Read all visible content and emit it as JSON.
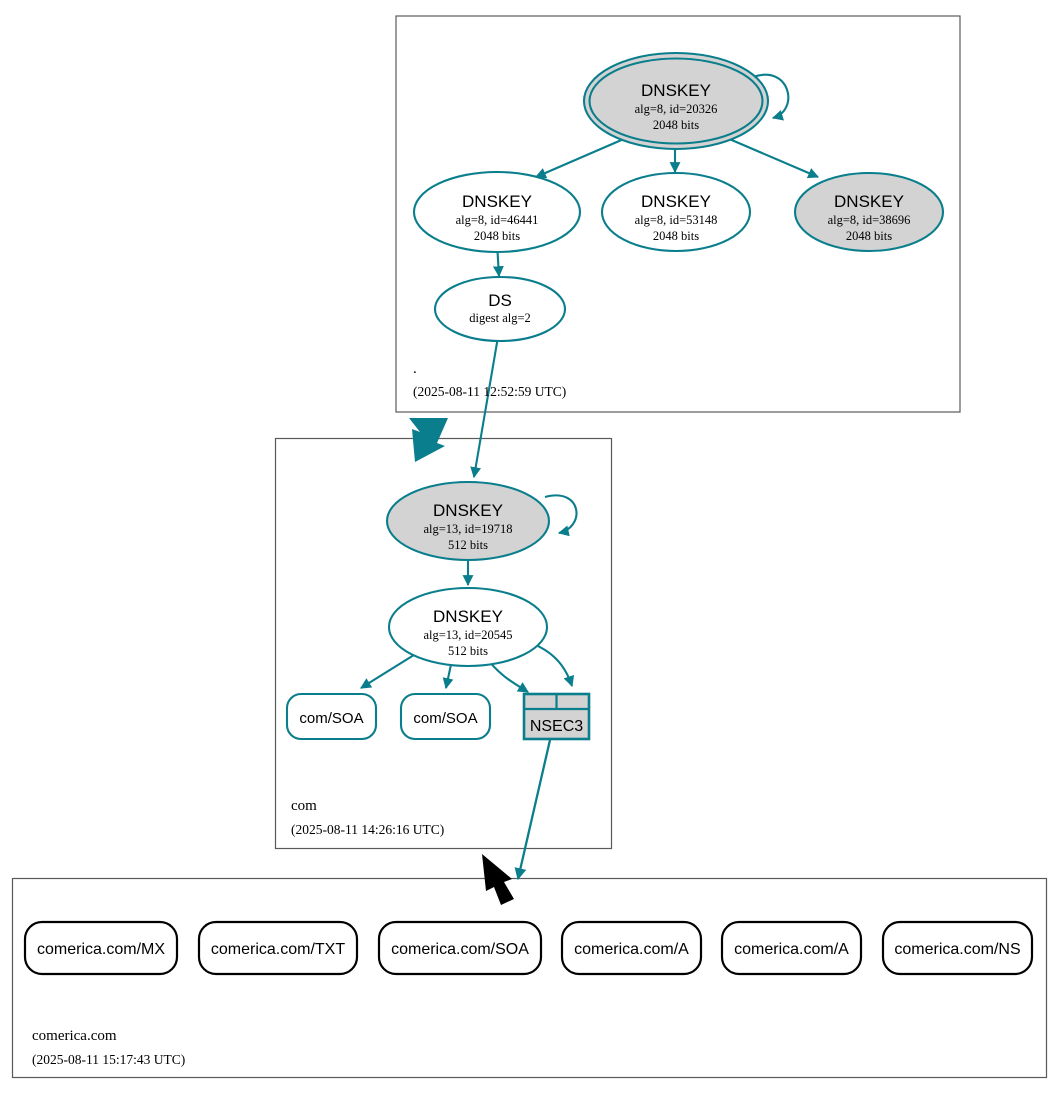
{
  "diagram": {
    "type": "dnssec-authentication-chain",
    "colors": {
      "secure": "#0a7e8c",
      "insecure": "#000000",
      "zone_border": "#5a5a5a",
      "key_fill_gray": "#d3d3d3",
      "key_fill_white": "#ffffff",
      "background": "#ffffff"
    }
  },
  "zones": [
    {
      "id": "root",
      "name": ".",
      "timestamp": "(2025-08-11 12:52:59 UTC)",
      "nodes": [
        {
          "id": "root-ksk",
          "kind": "DNSKEY",
          "title": "DNSKEY",
          "line2": "alg=8, id=20326",
          "line3": "2048 bits",
          "alg": 8,
          "key_id": 20326,
          "bits": 2048,
          "fill": "gray",
          "double_border": true,
          "self_signed": true
        },
        {
          "id": "root-zsk-46441",
          "kind": "DNSKEY",
          "title": "DNSKEY",
          "line2": "alg=8, id=46441",
          "line3": "2048 bits",
          "alg": 8,
          "key_id": 46441,
          "bits": 2048,
          "fill": "white",
          "double_border": false,
          "self_signed": false
        },
        {
          "id": "root-zsk-53148",
          "kind": "DNSKEY",
          "title": "DNSKEY",
          "line2": "alg=8, id=53148",
          "line3": "2048 bits",
          "alg": 8,
          "key_id": 53148,
          "bits": 2048,
          "fill": "white",
          "double_border": false,
          "self_signed": false
        },
        {
          "id": "root-zsk-38696",
          "kind": "DNSKEY",
          "title": "DNSKEY",
          "line2": "alg=8, id=38696",
          "line3": "2048 bits",
          "alg": 8,
          "key_id": 38696,
          "bits": 2048,
          "fill": "gray",
          "double_border": false,
          "self_signed": false
        },
        {
          "id": "root-ds",
          "kind": "DS",
          "title": "DS",
          "line2": "digest alg=2",
          "digest_alg": 2,
          "fill": "white",
          "double_border": false,
          "self_signed": false
        }
      ]
    },
    {
      "id": "com",
      "name": "com",
      "timestamp": "(2025-08-11 14:26:16 UTC)",
      "nodes": [
        {
          "id": "com-ksk",
          "kind": "DNSKEY",
          "title": "DNSKEY",
          "line2": "alg=13, id=19718",
          "line3": "512 bits",
          "alg": 13,
          "key_id": 19718,
          "bits": 512,
          "fill": "gray",
          "double_border": false,
          "self_signed": true
        },
        {
          "id": "com-zsk",
          "kind": "DNSKEY",
          "title": "DNSKEY",
          "line2": "alg=13, id=20545",
          "line3": "512 bits",
          "alg": 13,
          "key_id": 20545,
          "bits": 512,
          "fill": "white",
          "double_border": false,
          "self_signed": false
        }
      ],
      "rrsets": [
        {
          "id": "com-soa-1",
          "label": "com/SOA",
          "style": "secure-rounded"
        },
        {
          "id": "com-soa-2",
          "label": "com/SOA",
          "style": "secure-rounded"
        },
        {
          "id": "com-nsec3",
          "label": "NSEC3",
          "style": "nsec3-table"
        }
      ]
    },
    {
      "id": "comerica",
      "name": "comerica.com",
      "timestamp": "(2025-08-11 15:17:43 UTC)",
      "rrsets": [
        {
          "id": "comerica-mx",
          "label": "comerica.com/MX",
          "style": "insecure-rounded"
        },
        {
          "id": "comerica-txt",
          "label": "comerica.com/TXT",
          "style": "insecure-rounded"
        },
        {
          "id": "comerica-soa",
          "label": "comerica.com/SOA",
          "style": "insecure-rounded"
        },
        {
          "id": "comerica-a-1",
          "label": "comerica.com/A",
          "style": "insecure-rounded"
        },
        {
          "id": "comerica-a-2",
          "label": "comerica.com/A",
          "style": "insecure-rounded"
        },
        {
          "id": "comerica-ns",
          "label": "comerica.com/NS",
          "style": "insecure-rounded"
        }
      ]
    }
  ],
  "edges": [
    {
      "from": "root-ksk",
      "to": "root-ksk",
      "color": "secure",
      "kind": "self-sign"
    },
    {
      "from": "root-ksk",
      "to": "root-zsk-46441",
      "color": "secure",
      "kind": "sign"
    },
    {
      "from": "root-ksk",
      "to": "root-zsk-53148",
      "color": "secure",
      "kind": "sign"
    },
    {
      "from": "root-ksk",
      "to": "root-zsk-38696",
      "color": "secure",
      "kind": "sign"
    },
    {
      "from": "root-zsk-46441",
      "to": "root-ds",
      "color": "secure",
      "kind": "sign"
    },
    {
      "from": "root-ds",
      "to": "com-ksk",
      "color": "secure",
      "kind": "delegation"
    },
    {
      "from": "root",
      "to": "com",
      "color": "secure",
      "kind": "zone-delegation-block"
    },
    {
      "from": "com-ksk",
      "to": "com-ksk",
      "color": "secure",
      "kind": "self-sign"
    },
    {
      "from": "com-ksk",
      "to": "com-zsk",
      "color": "secure",
      "kind": "sign"
    },
    {
      "from": "com-zsk",
      "to": "com-soa-1",
      "color": "secure",
      "kind": "sign"
    },
    {
      "from": "com-zsk",
      "to": "com-soa-2",
      "color": "secure",
      "kind": "sign"
    },
    {
      "from": "com-zsk",
      "to": "com-nsec3",
      "color": "secure",
      "kind": "sign"
    },
    {
      "from": "com-nsec3",
      "to": "comerica",
      "color": "secure",
      "kind": "proof-of-nonexistence"
    },
    {
      "from": "com",
      "to": "comerica",
      "color": "insecure",
      "kind": "zone-delegation-block"
    }
  ]
}
